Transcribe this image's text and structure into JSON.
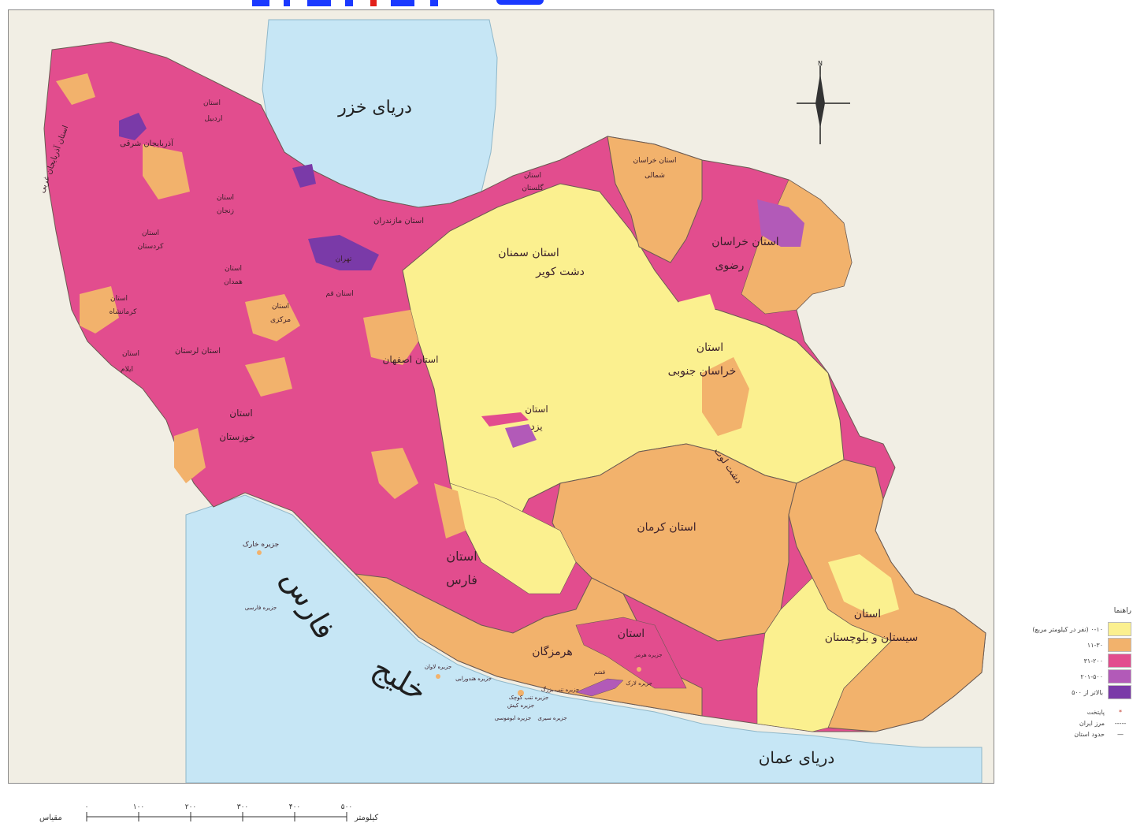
{
  "map": {
    "seas": {
      "caspian": "دریای خزر",
      "oman": "دریای عمان",
      "gulf_khalij": "خلیج",
      "gulf_fars": "فارس"
    },
    "provinces": [
      {
        "id": "azarbayjan-gharbi",
        "text": "استان آذربایجان غربی"
      },
      {
        "id": "azarbayjan-sharghi",
        "text": "آذربایجان شرقی"
      },
      {
        "id": "ardabil-1",
        "text": "استان"
      },
      {
        "id": "ardabil-2",
        "text": "اردبیل"
      },
      {
        "id": "zanjan-1",
        "text": "استان"
      },
      {
        "id": "zanjan-2",
        "text": "زنجان"
      },
      {
        "id": "kordestan-1",
        "text": "استان"
      },
      {
        "id": "kordestan-2",
        "text": "کردستان"
      },
      {
        "id": "hamedan-1",
        "text": "استان"
      },
      {
        "id": "hamedan-2",
        "text": "همدان"
      },
      {
        "id": "kermanshah-1",
        "text": "استان"
      },
      {
        "id": "kermanshah-2",
        "text": "کرمانشاه"
      },
      {
        "id": "ilam-1",
        "text": "استان"
      },
      {
        "id": "ilam-2",
        "text": "ایلام"
      },
      {
        "id": "lorestan",
        "text": "استان لرستان"
      },
      {
        "id": "markazi-1",
        "text": "استان"
      },
      {
        "id": "markazi-2",
        "text": "مرکزی"
      },
      {
        "id": "qom",
        "text": "استان قم"
      },
      {
        "id": "tehran",
        "text": "تهران"
      },
      {
        "id": "mazandaran",
        "text": "استان مازندران"
      },
      {
        "id": "golestan-1",
        "text": "استان"
      },
      {
        "id": "golestan-2",
        "text": "گلستان"
      },
      {
        "id": "khorasan-shomali-1",
        "text": "استان خراسان"
      },
      {
        "id": "khorasan-shomali-2",
        "text": "شمالی"
      },
      {
        "id": "khorasan-razavi-1",
        "text": "استان خراسان"
      },
      {
        "id": "khorasan-razavi-2",
        "text": "رضوی"
      },
      {
        "id": "semnan",
        "text": "استان سمنان"
      },
      {
        "id": "dasht-kavir",
        "text": "دشت کویر"
      },
      {
        "id": "esfahan",
        "text": "استان اصفهان"
      },
      {
        "id": "khorasan-jonubi-1",
        "text": "استان"
      },
      {
        "id": "khorasan-jonubi-2",
        "text": "خراسان جنوبی"
      },
      {
        "id": "yazd-1",
        "text": "استان"
      },
      {
        "id": "yazd-2",
        "text": "یزد"
      },
      {
        "id": "khuzestan-1",
        "text": "استان"
      },
      {
        "id": "khuzestan-2",
        "text": "خوزستان"
      },
      {
        "id": "dasht-lut",
        "text": "دشت لوت"
      },
      {
        "id": "kerman",
        "text": "استان کرمان"
      },
      {
        "id": "fars-1",
        "text": "استان"
      },
      {
        "id": "fars-2",
        "text": "فارس"
      },
      {
        "id": "hormozgan-1",
        "text": "استان"
      },
      {
        "id": "hormozgan-2",
        "text": "هرمزگان"
      },
      {
        "id": "sistan-1",
        "text": "استان"
      },
      {
        "id": "sistan-2",
        "text": "سیستان و بلوچستان"
      },
      {
        "id": "kharg",
        "text": "جزیره خارک"
      },
      {
        "id": "farsi-island",
        "text": "جزیره فارسی"
      },
      {
        "id": "qeshm",
        "text": "قشم"
      },
      {
        "id": "larak",
        "text": "جزیره لارک"
      },
      {
        "id": "hormoz",
        "text": "جزیره هرمز"
      },
      {
        "id": "kish",
        "text": "جزیره کیش"
      },
      {
        "id": "tonb-bozorg",
        "text": "جزیره تنب بزرگ"
      },
      {
        "id": "tonb-kuchak",
        "text": "جزیره تنب کوچک"
      },
      {
        "id": "abumusa",
        "text": "جزیره ابوموسی"
      },
      {
        "id": "sirri",
        "text": "جزیره سیری"
      },
      {
        "id": "lavan",
        "text": "جزیره لاوان"
      },
      {
        "id": "hendurabi",
        "text": "جزیره هندورابی"
      }
    ],
    "compass": "N"
  },
  "legend": {
    "title": "راهنما",
    "classes": [
      {
        "label": "۰-۱۰ (نفر در کیلومتر مربع)",
        "color": "#fbf08f"
      },
      {
        "label": "۱۱-۳۰",
        "color": "#f2b26c"
      },
      {
        "label": "۳۱-۲۰۰",
        "color": "#e24d8e"
      },
      {
        "label": "۲۰۱-۵۰۰",
        "color": "#b25ab8"
      },
      {
        "label": "بالاتر از ۵۰۰",
        "color": "#7a3aa8"
      }
    ],
    "symbols": [
      {
        "mark": "*",
        "label": "پایتخت"
      },
      {
        "mark": "-----",
        "label": "مرز ایران"
      },
      {
        "mark": "—",
        "label": "حدود استان"
      }
    ]
  },
  "scalebar": {
    "ticks": [
      "۰",
      "۱۰۰",
      "۲۰۰",
      "۳۰۰",
      "۴۰۰",
      "۵۰۰"
    ],
    "unit": "کیلومتر",
    "label": "مقیاس"
  },
  "colors": {
    "sea": "#c6e6f5",
    "land_outside": "#f1eee4",
    "c1": "#fbf08f",
    "c2": "#f2b26c",
    "c3": "#e24d8e",
    "c4": "#b25ab8",
    "c5": "#7a3aa8",
    "border": "#6b5a52"
  }
}
